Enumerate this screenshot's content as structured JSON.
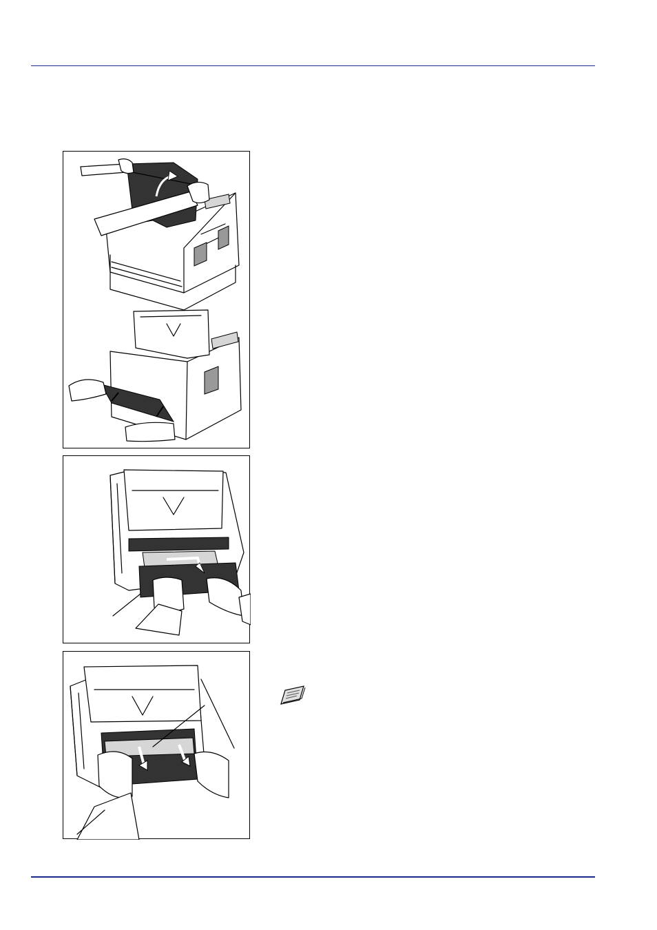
{
  "page": {
    "header_rule_color": "#1a2a8c",
    "footer_rule_color": "#1a2a8c"
  },
  "figures": [
    {
      "id": "open-top-cover-and-front-cover",
      "icon": "printer-illustration"
    },
    {
      "id": "remove-developer-unit",
      "icon": "printer-illustration"
    },
    {
      "id": "remove-drum-unit",
      "icon": "printer-illustration"
    }
  ],
  "note": {
    "icon": "note-icon"
  }
}
